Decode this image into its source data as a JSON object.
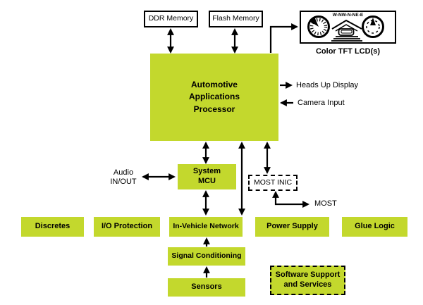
{
  "colors": {
    "accent_green": "#C3D82D",
    "line_black": "#000000"
  },
  "boxes": {
    "ddr": "DDR Memory",
    "flash": "Flash Memory",
    "processor": "Automotive\nApplications\nProcessor",
    "mcu": "System\nMCU",
    "most_inic": "MOST INIC",
    "discretes": "Discretes",
    "io_protection": "I/O Protection",
    "in_vehicle_network": "In-Vehicle Network",
    "power_supply": "Power Supply",
    "glue_logic": "Glue Logic",
    "signal_conditioning": "Signal Conditioning",
    "sensors": "Sensors",
    "software": "Software Support\nand Services"
  },
  "labels": {
    "audio": "Audio\nIN/OUT",
    "hud": "Heads Up Display",
    "camera": "Camera Input",
    "most": "MOST"
  },
  "cluster": {
    "label": "Color TFT LCD(s)",
    "compass": "W-NW-N-NE-E"
  }
}
